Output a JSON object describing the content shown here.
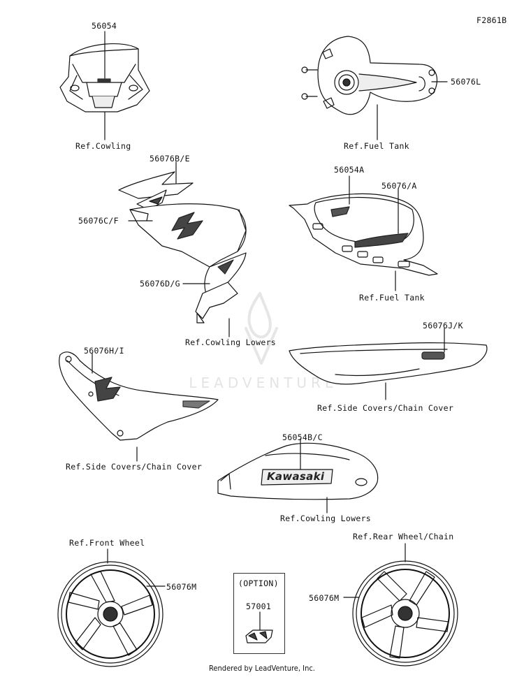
{
  "figure_code": "F2861B",
  "watermark_text": "LEADVENTURE",
  "footer": "Rendered by LeadVenture, Inc.",
  "option_box": {
    "title": "(OPTION)",
    "part": "57001"
  },
  "labels": {
    "p56054": "56054",
    "ref_cowling": "Ref.Cowling",
    "p56076L": "56076L",
    "ref_fuel_tank_top": "Ref.Fuel Tank",
    "p56076BE": "56076B/E",
    "p56076CF": "56076C/F",
    "p56076DG": "56076D/G",
    "ref_cowling_lowers_1": "Ref.Cowling Lowers",
    "p56054A": "56054A",
    "p56076A": "56076/A",
    "ref_fuel_tank_2": "Ref.Fuel Tank",
    "p56076HI": "56076H/I",
    "ref_side_covers_1": "Ref.Side Covers/Chain Cover",
    "p56076JK": "56076J/K",
    "ref_side_covers_2": "Ref.Side Covers/Chain Cover",
    "p56054BC": "56054B/C",
    "ref_cowling_lowers_2": "Ref.Cowling Lowers",
    "ref_front_wheel": "Ref.Front Wheel",
    "p56076M_front": "56076M",
    "ref_rear_wheel": "Ref.Rear Wheel/Chain",
    "p56076M_rear": "56076M",
    "kawasaki_decal": "Kawasaki"
  }
}
